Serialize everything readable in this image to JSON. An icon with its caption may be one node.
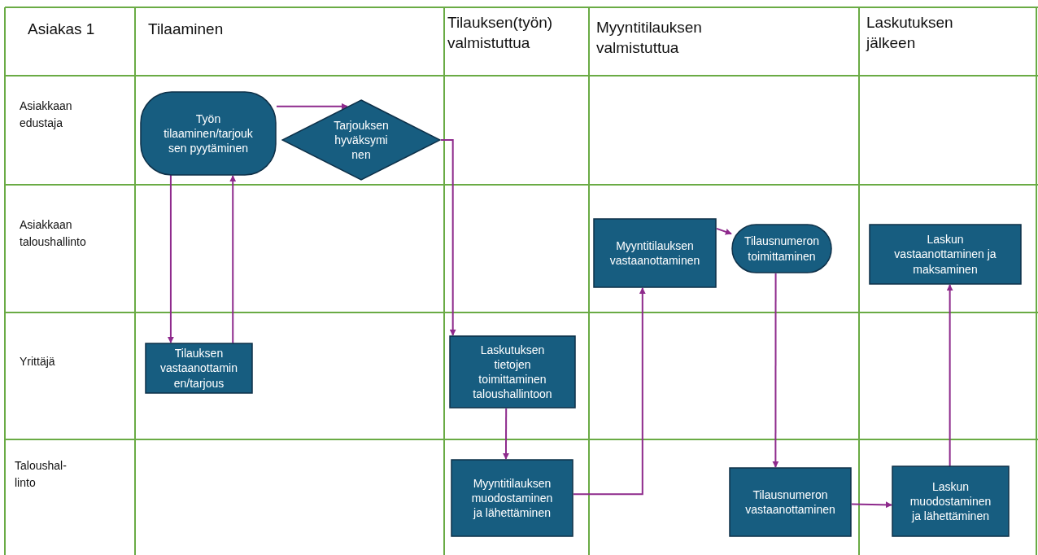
{
  "diagram": {
    "nodes": [
      {
        "text": [
          "Työn tilaaminen/tarjouk sen pyytäminen"
        ]
      },
      {
        "text": [
          "Tarjouksen hyväksymi nen"
        ]
      },
      {
        "text": [
          "Tilauksen vastaanottamin en/tarjous"
        ]
      },
      {
        "text": [
          "Laskutuksen tietojen toimittaminen taloushallintoon"
        ]
      },
      {
        "text": [
          "Myyntitilauksen muodostaminen ja lähettäminen"
        ]
      },
      {
        "text": [
          "Myyntitilauksen vastaanottaminen"
        ]
      },
      {
        "text": [
          "Tilausnumeron toimittaminen"
        ]
      },
      {
        "text": [
          "Tilausnumeron vastaanottaminen"
        ]
      },
      {
        "text": [
          "Laskun muodostaminen ja lähettäminen"
        ]
      },
      {
        "text": [
          "Laskun vastaanottaminen ja maksaminen"
        ]
      }
    ],
    "edges": [
      {
        "from": 0,
        "to": 1,
        "arrow": "to"
      },
      {
        "from": 0,
        "to": 2,
        "arrow": "to"
      },
      {
        "from": 2,
        "to": 0,
        "arrow": "to"
      },
      {
        "from": 1,
        "to": 3,
        "arrow": "to"
      },
      {
        "from": 3,
        "to": 4,
        "arrow": "to"
      },
      {
        "from": 4,
        "to": 5,
        "arrow": "to"
      },
      {
        "from": 5,
        "to": 6,
        "arrow": "to"
      },
      {
        "from": 6,
        "to": 7,
        "arrow": "to"
      },
      {
        "from": 7,
        "to": 8,
        "arrow": "to"
      },
      {
        "from": 8,
        "to": 9,
        "arrow": "to"
      }
    ],
    "labels": [
      "Asiakas 1",
      "Tilaaminen",
      "Tilauksen(työn) valmistuttua",
      "Myyntitilauksen valmistuttua",
      "Laskutuksen jälkeen",
      "Asiakkaan edustaja",
      "Asiakkaan taloushallinto",
      "Yrittäjä",
      "Taloushal- linto"
    ]
  }
}
